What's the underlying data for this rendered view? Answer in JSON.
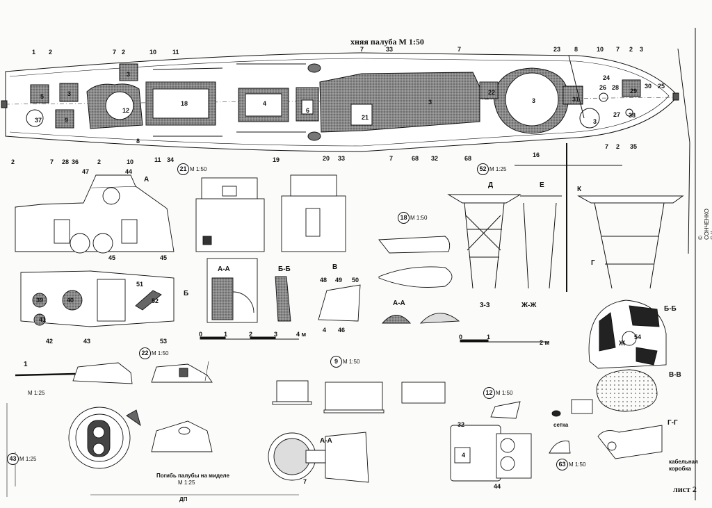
{
  "title": "хняя палуба  М 1:50",
  "sheet_label": "лист 2",
  "author": "© СОНЧЕНКО С.К.",
  "deck_labels": [
    "1",
    "2",
    "7",
    "2",
    "10",
    "11",
    "33",
    "7",
    "7",
    "23",
    "8",
    "10",
    "7",
    "2",
    "3",
    "3",
    "5",
    "3",
    "9",
    "12",
    "18",
    "4",
    "6",
    "21",
    "3",
    "22",
    "3",
    "31",
    "3",
    "29",
    "24",
    "26",
    "28",
    "30",
    "25",
    "27",
    "38",
    "37",
    "2",
    "7",
    "28",
    "36",
    "2",
    "10",
    "11",
    "34",
    "19",
    "20",
    "33",
    "7",
    "68",
    "32",
    "68",
    "16",
    "7",
    "2",
    "35",
    "8"
  ],
  "detail_scales": {
    "v21": "М 1:50",
    "v52": "М 1:25",
    "v18": "М 1:50",
    "v22": "М 1:50",
    "v9": "М 1:50",
    "v12": "М 1:50",
    "v43": "М 1:25",
    "v63": "М 1:50",
    "v1": "М 1:25"
  },
  "detail_numbers": {
    "v21": "21",
    "v52": "52",
    "v18": "18",
    "v22": "22",
    "v9": "9",
    "v12": "12",
    "v43": "43",
    "v63": "63",
    "v1": "1"
  },
  "sections": {
    "aa": "А-А",
    "bb": "Б-Б",
    "vv": "В-В",
    "gg": "Г-Г",
    "zz": "3-3",
    "jj": "Ж-Ж",
    "a": "А",
    "b": "Б",
    "v": "В",
    "g": "Г",
    "zh": "Ж",
    "d": "Д",
    "e": "Е",
    "k": "К"
  },
  "scale_bar": {
    "ticks": [
      "0",
      "1",
      "2",
      "3",
      "4 м"
    ],
    "ticks2": [
      "0",
      "1",
      "2 м"
    ]
  },
  "captions": {
    "deck_camber": "Погибь палубы на миделе",
    "deck_camber_scale": "М 1:25",
    "dp": "ДП",
    "setka": "сетка",
    "cable_box": "кабельная коробка"
  },
  "callouts": [
    "47",
    "44",
    "45",
    "45",
    "39",
    "40",
    "41",
    "42",
    "43",
    "51",
    "52",
    "53",
    "48",
    "49",
    "50",
    "4",
    "46",
    "4",
    "54",
    "44",
    "32",
    "7"
  ]
}
